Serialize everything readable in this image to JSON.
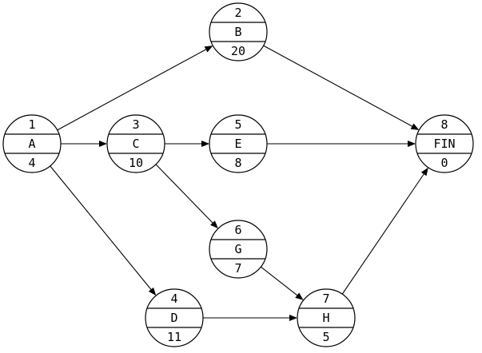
{
  "nodes": [
    {
      "key": "n1",
      "number": "1",
      "label": "A",
      "duration": "4"
    },
    {
      "key": "n2",
      "number": "2",
      "label": "B",
      "duration": "20"
    },
    {
      "key": "n3",
      "number": "3",
      "label": "C",
      "duration": "10"
    },
    {
      "key": "n4",
      "number": "4",
      "label": "D",
      "duration": "11"
    },
    {
      "key": "n5",
      "number": "5",
      "label": "E",
      "duration": "8"
    },
    {
      "key": "n6",
      "number": "6",
      "label": "G",
      "duration": "7"
    },
    {
      "key": "n7",
      "number": "7",
      "label": "H",
      "duration": "5"
    },
    {
      "key": "n8",
      "number": "8",
      "label": "FIN",
      "duration": "0"
    }
  ],
  "edges": [
    {
      "from": "n1",
      "to": "n2"
    },
    {
      "from": "n1",
      "to": "n3"
    },
    {
      "from": "n1",
      "to": "n4"
    },
    {
      "from": "n2",
      "to": "n8"
    },
    {
      "from": "n3",
      "to": "n5"
    },
    {
      "from": "n3",
      "to": "n6"
    },
    {
      "from": "n5",
      "to": "n8"
    },
    {
      "from": "n6",
      "to": "n7"
    },
    {
      "from": "n4",
      "to": "n7"
    },
    {
      "from": "n7",
      "to": "n8"
    }
  ],
  "colors": {
    "line": "#000000",
    "background": "#ffffff"
  }
}
